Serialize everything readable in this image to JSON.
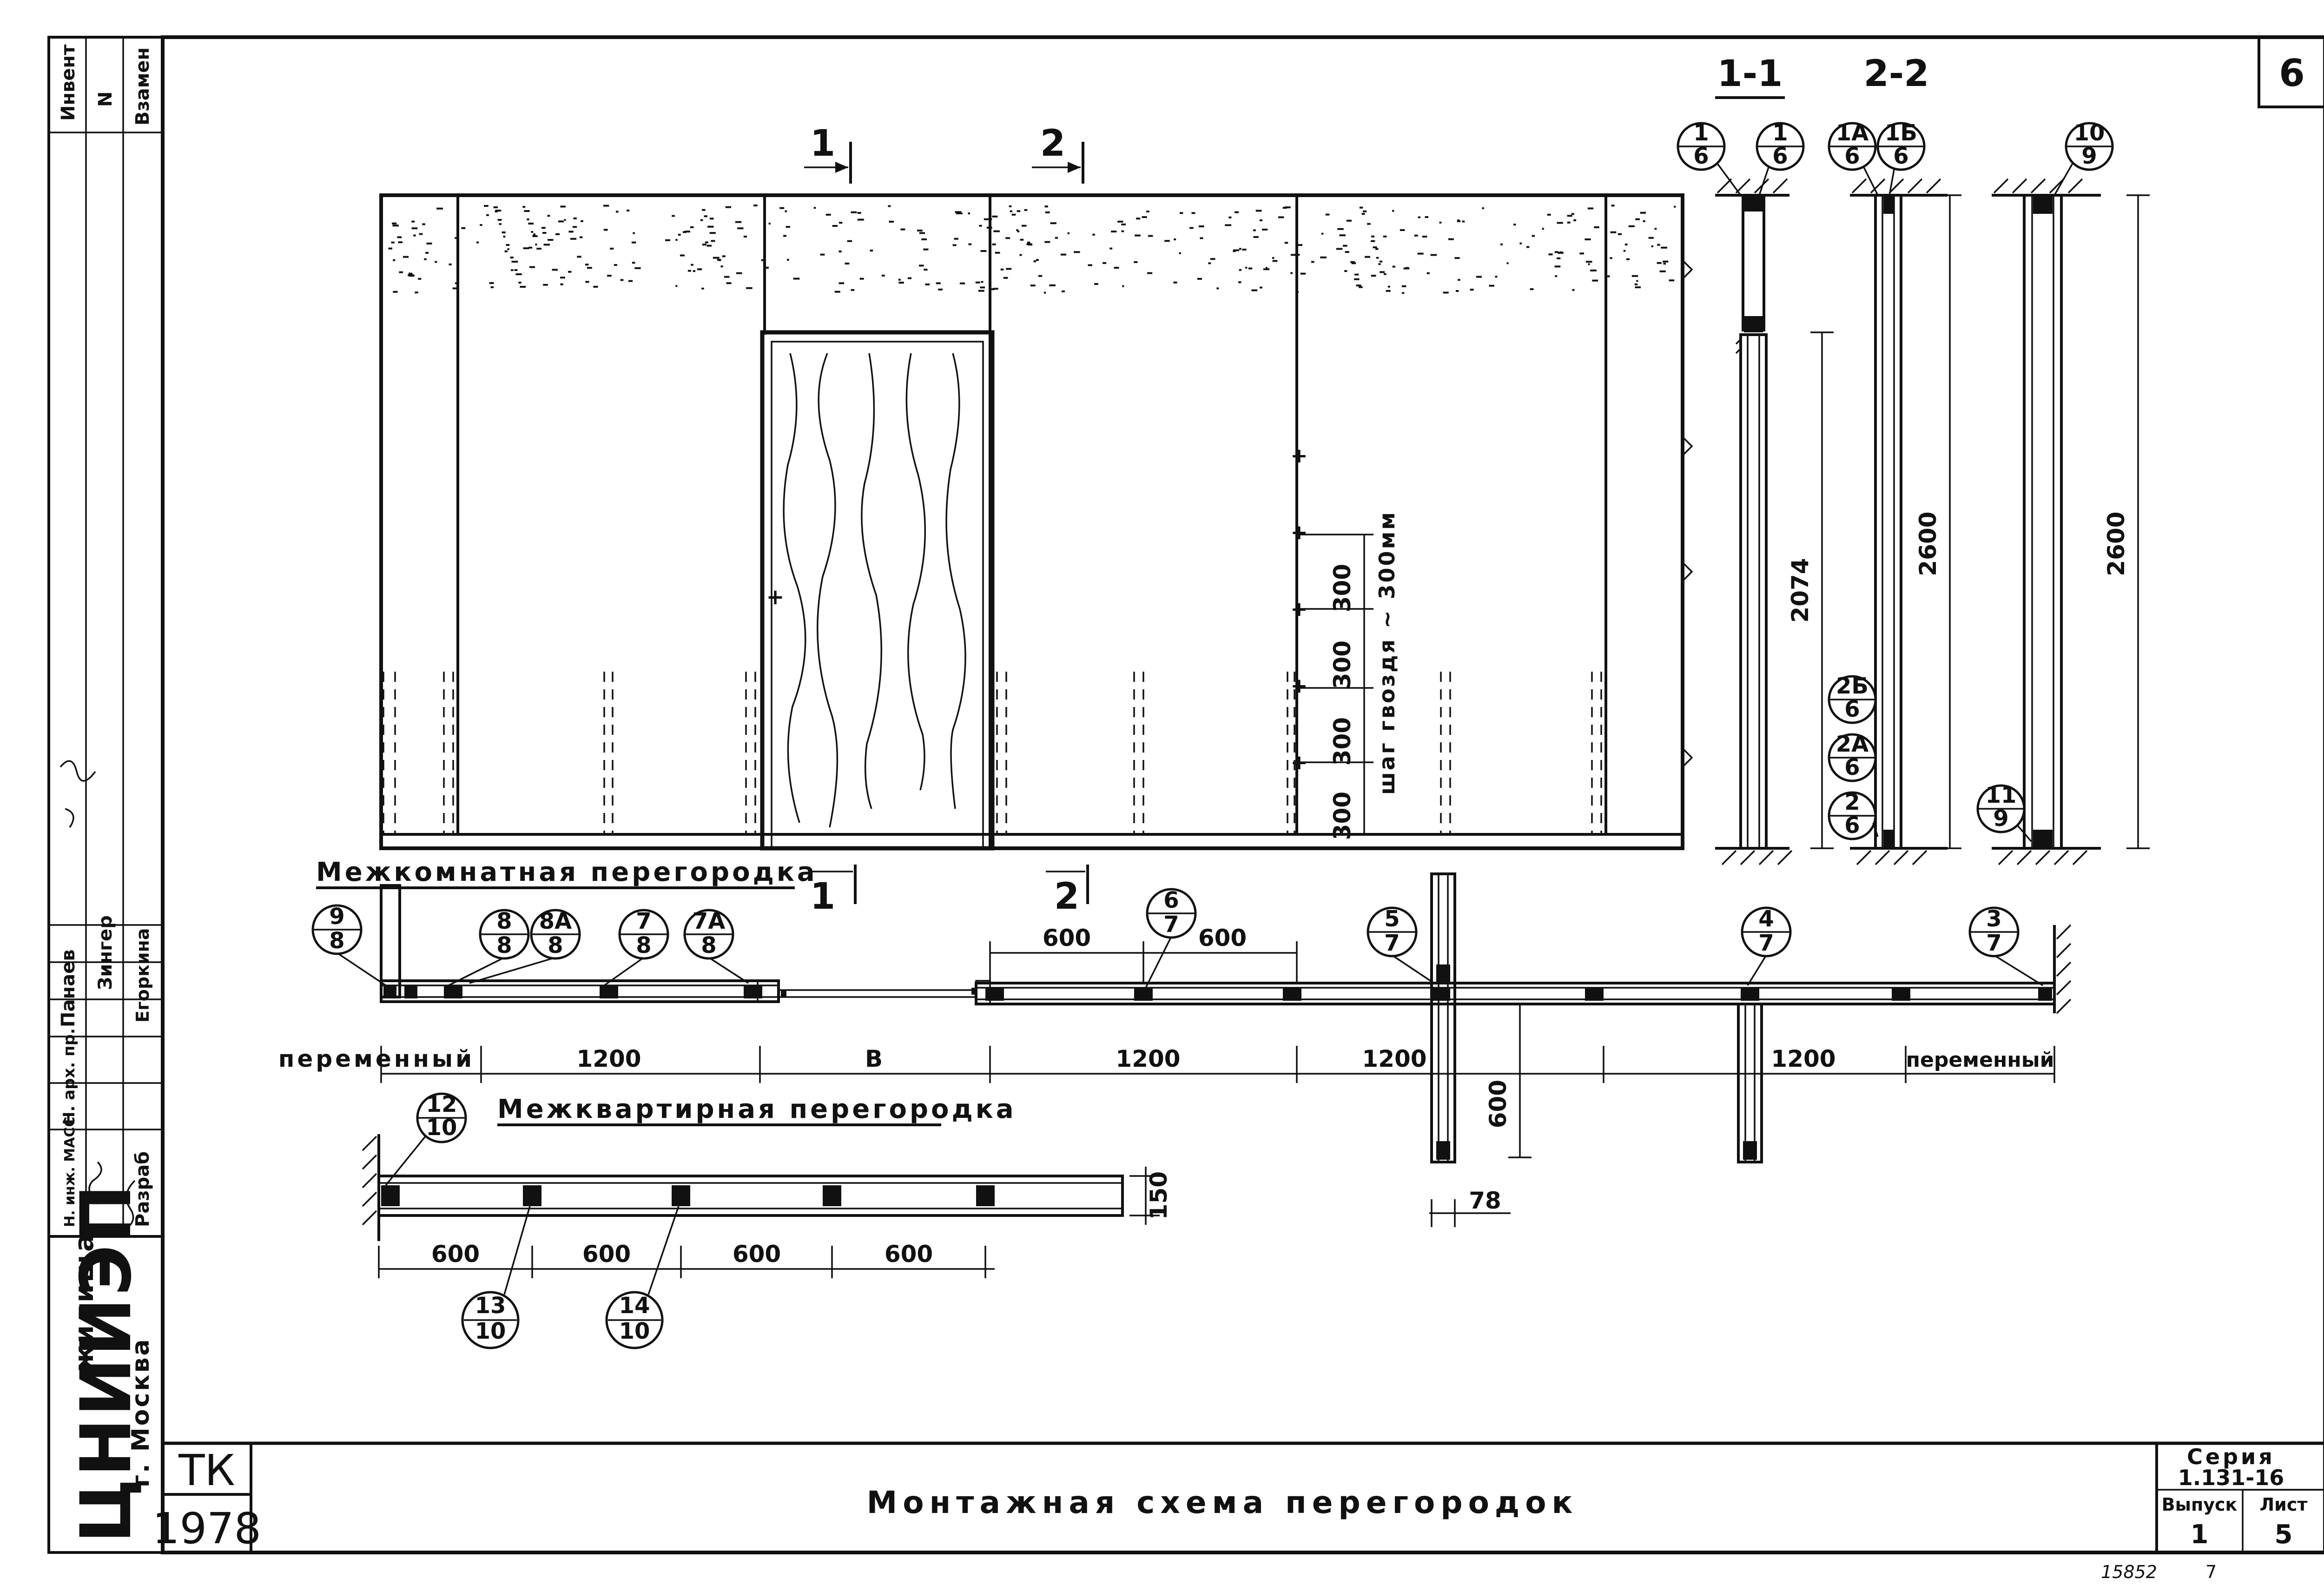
{
  "sheet": {
    "number": "6",
    "title": "Монтажная схема перегородок",
    "stamp": {
      "org_code": "ТК",
      "year": "1978"
    },
    "org": {
      "name": "ЦНИИЭП",
      "sub1": "жилища",
      "sub2": "г. Москва"
    },
    "series": {
      "label": "Серия",
      "value": "1.131-16",
      "issue_label": "Выпуск",
      "issue": "1",
      "sheet_label": "Лист",
      "sheet": "5"
    },
    "footer": {
      "inventory": "15852",
      "page": "7"
    },
    "margin": {
      "col1": [
        "Инвент",
        "N",
        "Взамен"
      ],
      "roles": [
        "Разраб",
        "Н. арх. пр.",
        "Н. инж. МАСС",
        "",
        ""
      ],
      "names": [
        "Егоркина",
        "Зингер",
        "Панаев"
      ]
    }
  },
  "elevation": {
    "cut_markers": [
      {
        "num": "1"
      },
      {
        "num": "2"
      }
    ],
    "nail_spacing": [
      "300",
      "300",
      "300",
      "300"
    ],
    "nail_note": "шаг гвоздя ~ 300мм"
  },
  "sections": {
    "s11": {
      "title": "1-1",
      "height_dim": "2074",
      "top_refs": [
        {
          "n": "1",
          "d": "6"
        },
        {
          "n": "1",
          "d": "6"
        }
      ]
    },
    "s22": {
      "title": "2-2",
      "height_dim": "2600",
      "top_refs": [
        {
          "n": "1А",
          "d": "6"
        },
        {
          "n": "1Б",
          "d": "6"
        }
      ],
      "bottom_refs": [
        {
          "n": "2Б",
          "d": "6"
        },
        {
          "n": "2А",
          "d": "6"
        },
        {
          "n": "2",
          "d": "6"
        }
      ]
    },
    "s3": {
      "height_dim": "2600",
      "top_ref": {
        "n": "10",
        "d": "9"
      },
      "bottom_ref": {
        "n": "11",
        "d": "9"
      }
    }
  },
  "interroom": {
    "label": "Межкомнатная перегородка",
    "cut_markers": [
      {
        "num": "1"
      },
      {
        "num": "2"
      }
    ],
    "refs": [
      {
        "n": "9",
        "d": "8"
      },
      {
        "n": "8",
        "d": "8"
      },
      {
        "n": "8А",
        "d": "8"
      },
      {
        "n": "7",
        "d": "8"
      },
      {
        "n": "7А",
        "d": "8"
      },
      {
        "n": "6",
        "d": "7"
      },
      {
        "n": "5",
        "d": "7"
      },
      {
        "n": "4",
        "d": "7"
      },
      {
        "n": "3",
        "d": "7"
      }
    ],
    "top_dims": [
      "600",
      "600"
    ],
    "bottom_dims": [
      "переменный",
      "1200",
      "В",
      "1200",
      "1200",
      "1200",
      "переменный"
    ],
    "branch_dim": "600",
    "thickness_dim": "78"
  },
  "interapartment": {
    "label": "Межквартирная перегородка",
    "refs": [
      {
        "n": "12",
        "d": "10"
      },
      {
        "n": "13",
        "d": "10"
      },
      {
        "n": "14",
        "d": "10"
      }
    ],
    "dims": [
      "600",
      "600",
      "600",
      "600"
    ],
    "thickness_dim": "150"
  }
}
